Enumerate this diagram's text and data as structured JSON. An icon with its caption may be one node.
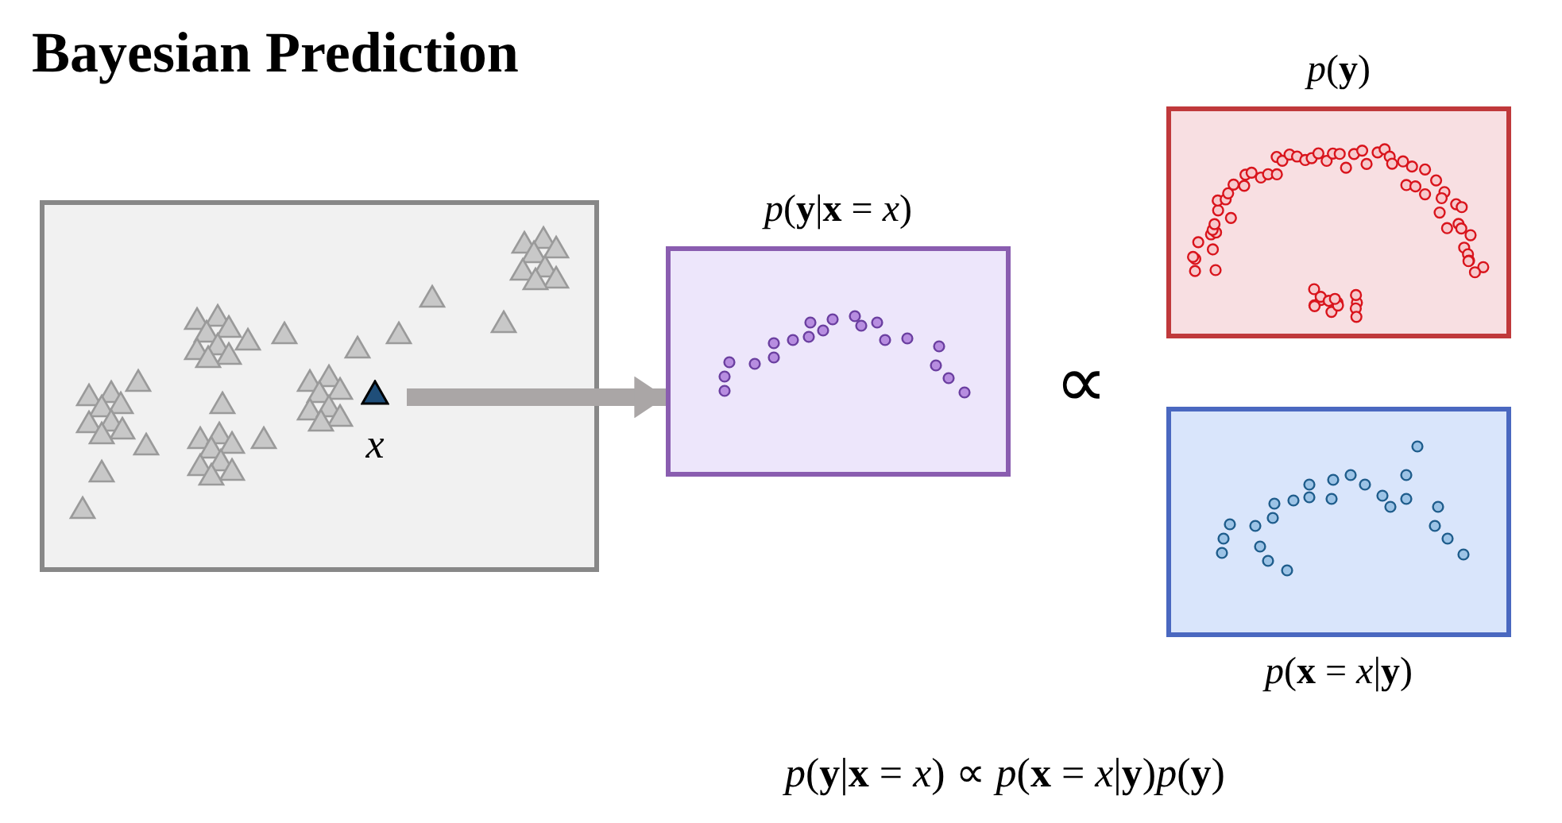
{
  "diagram": {
    "title": "Bayesian Prediction",
    "nodes": [
      {
        "text": [],
        "shape": "box"
      },
      {
        "text": [
          "x"
        ],
        "in": 0
      },
      {
        "text": [
          "*p*(**y**|**x** = *x*)"
        ]
      },
      {
        "text": [
          "*p*(**y**)"
        ]
      },
      {
        "text": [
          "*p*(**x** = *x*|**y**)"
        ]
      }
    ],
    "edges": [
      {
        "from": 1,
        "to": 2,
        "arrow": "to",
        "color": "#aaa6a6"
      }
    ],
    "labels": [
      "∝",
      "*p*(**y**|**x** = *x*) ∝ *p*(**x** = *x*|**y**)*p*(**y**)"
    ]
  }
}
